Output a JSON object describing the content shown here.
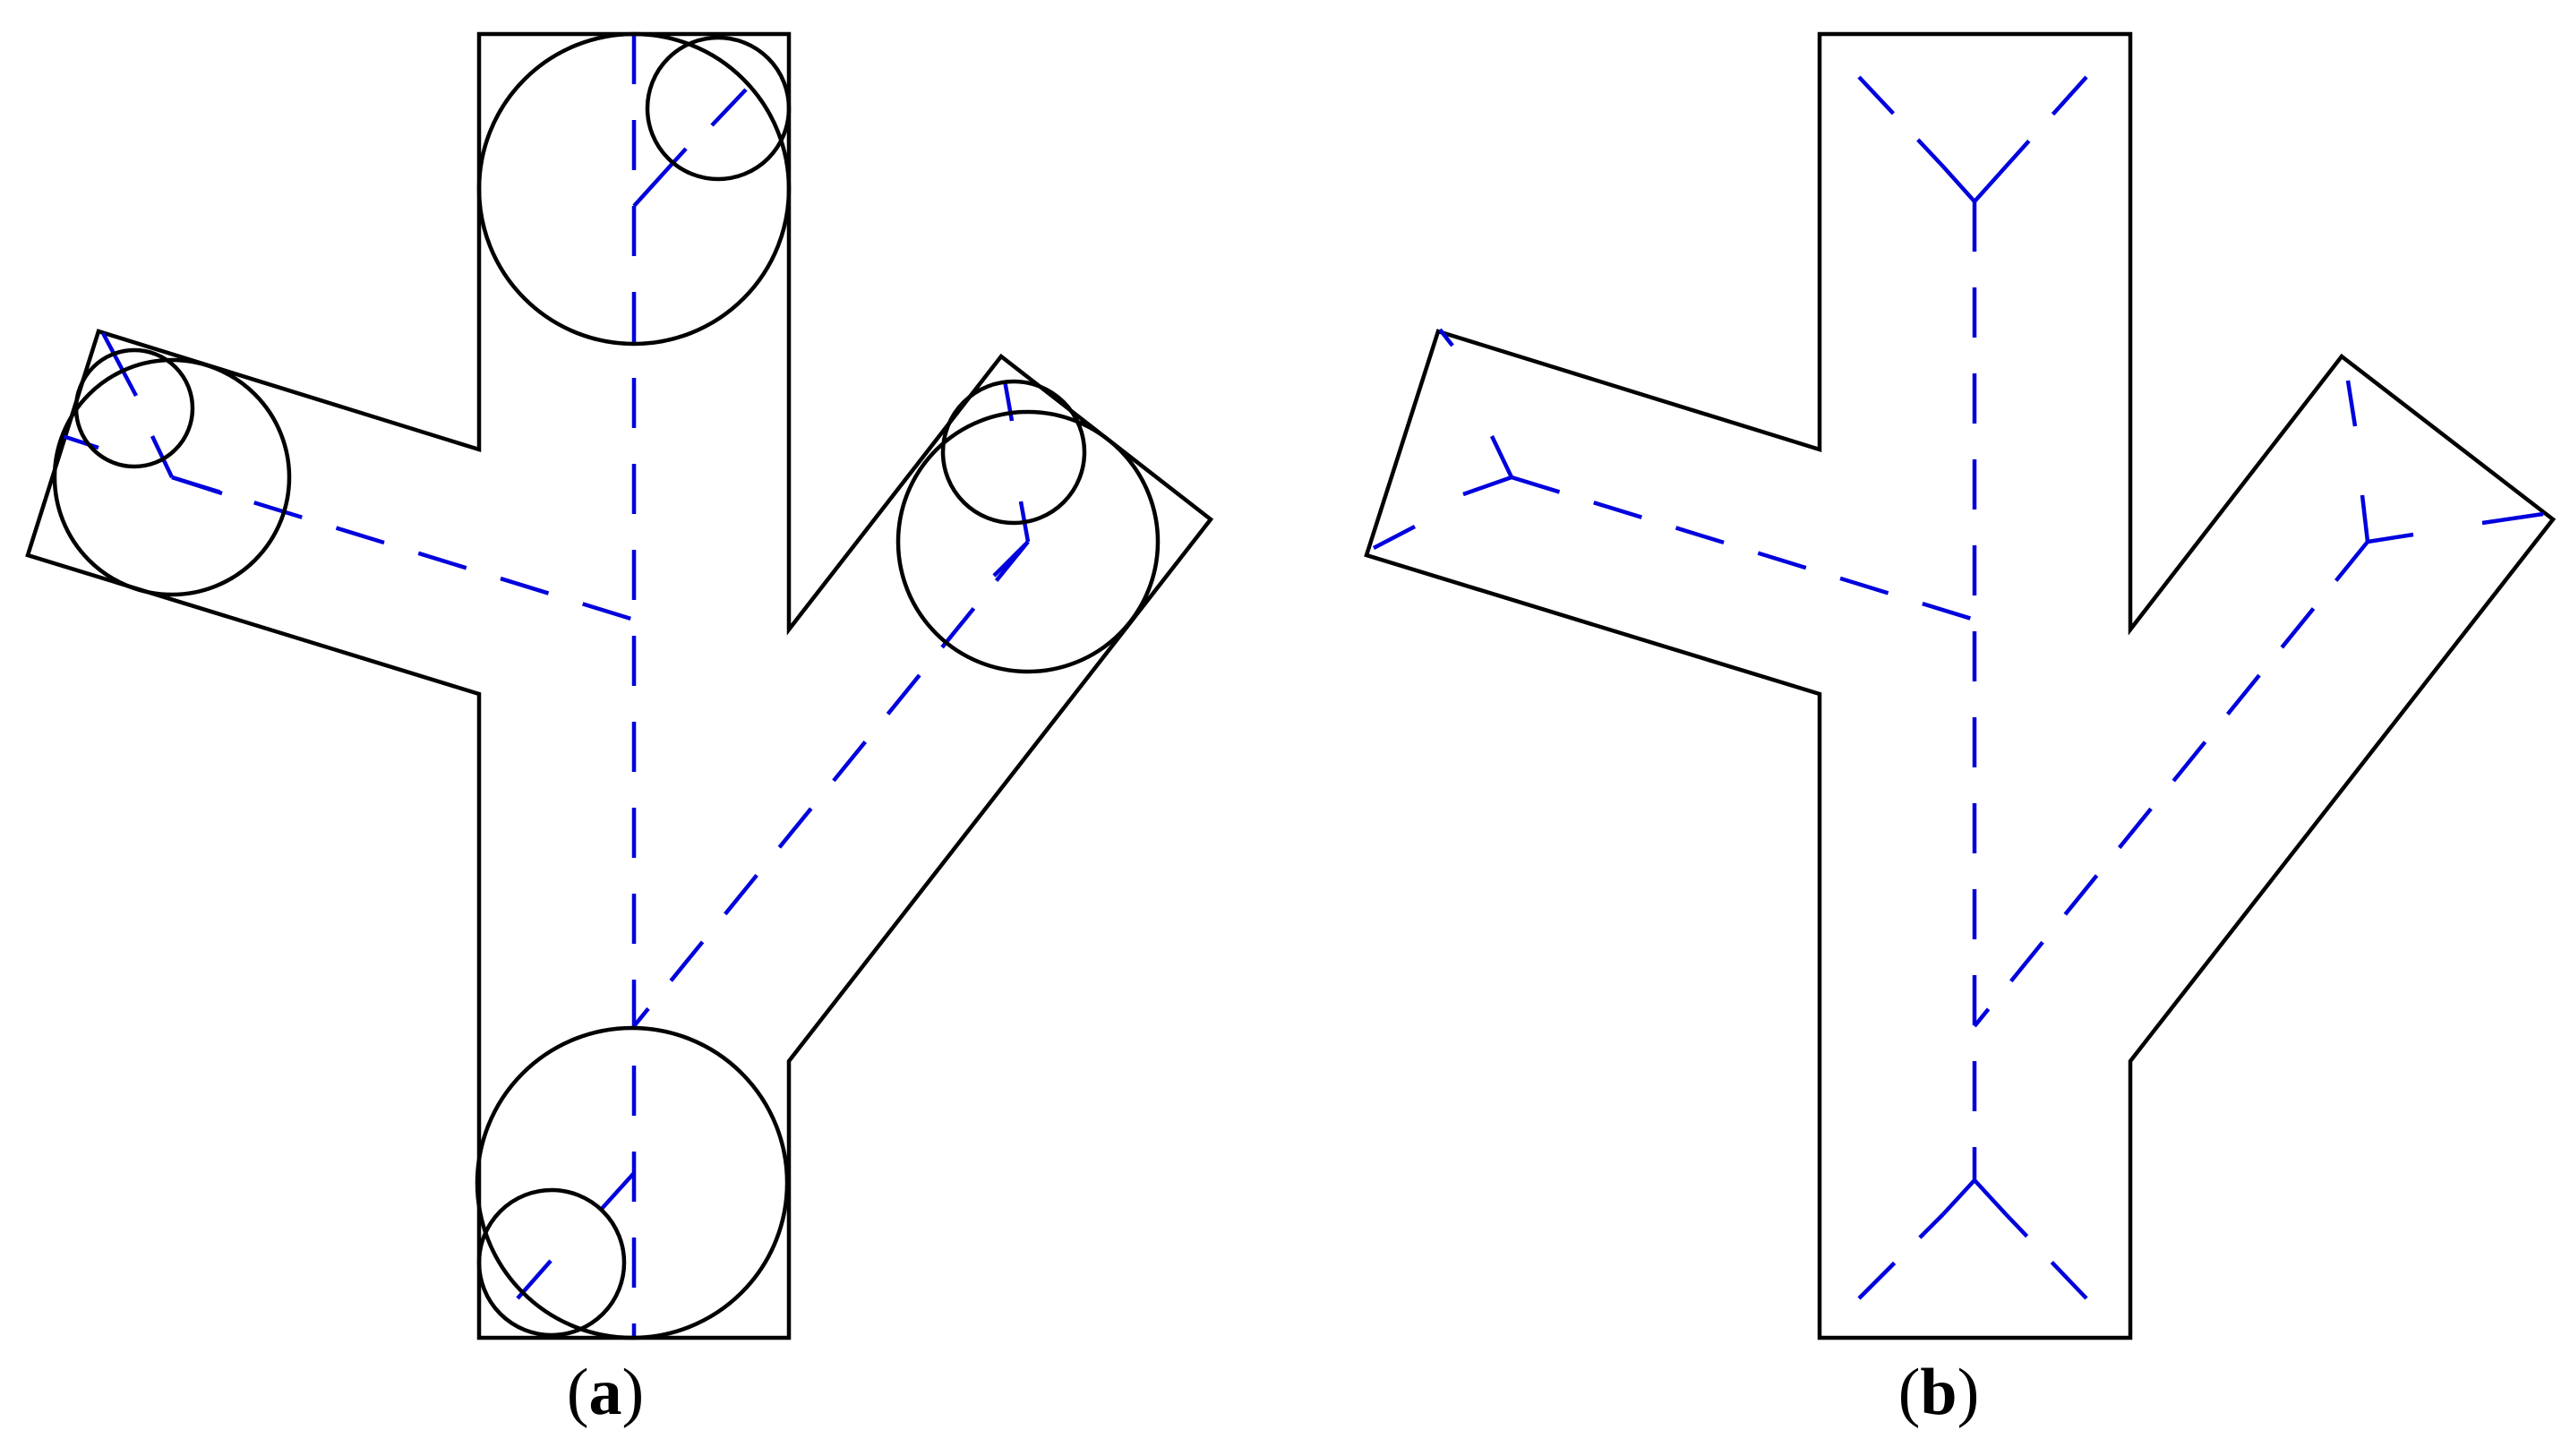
{
  "panels": [
    {
      "id": "a",
      "caption_open": "(",
      "caption_letter": "a",
      "caption_close": ")"
    },
    {
      "id": "b",
      "caption_open": "(",
      "caption_letter": "b",
      "caption_close": ")"
    }
  ],
  "colors": {
    "outline": "#000000",
    "skeleton": "#0000dd",
    "background": "#ffffff"
  }
}
